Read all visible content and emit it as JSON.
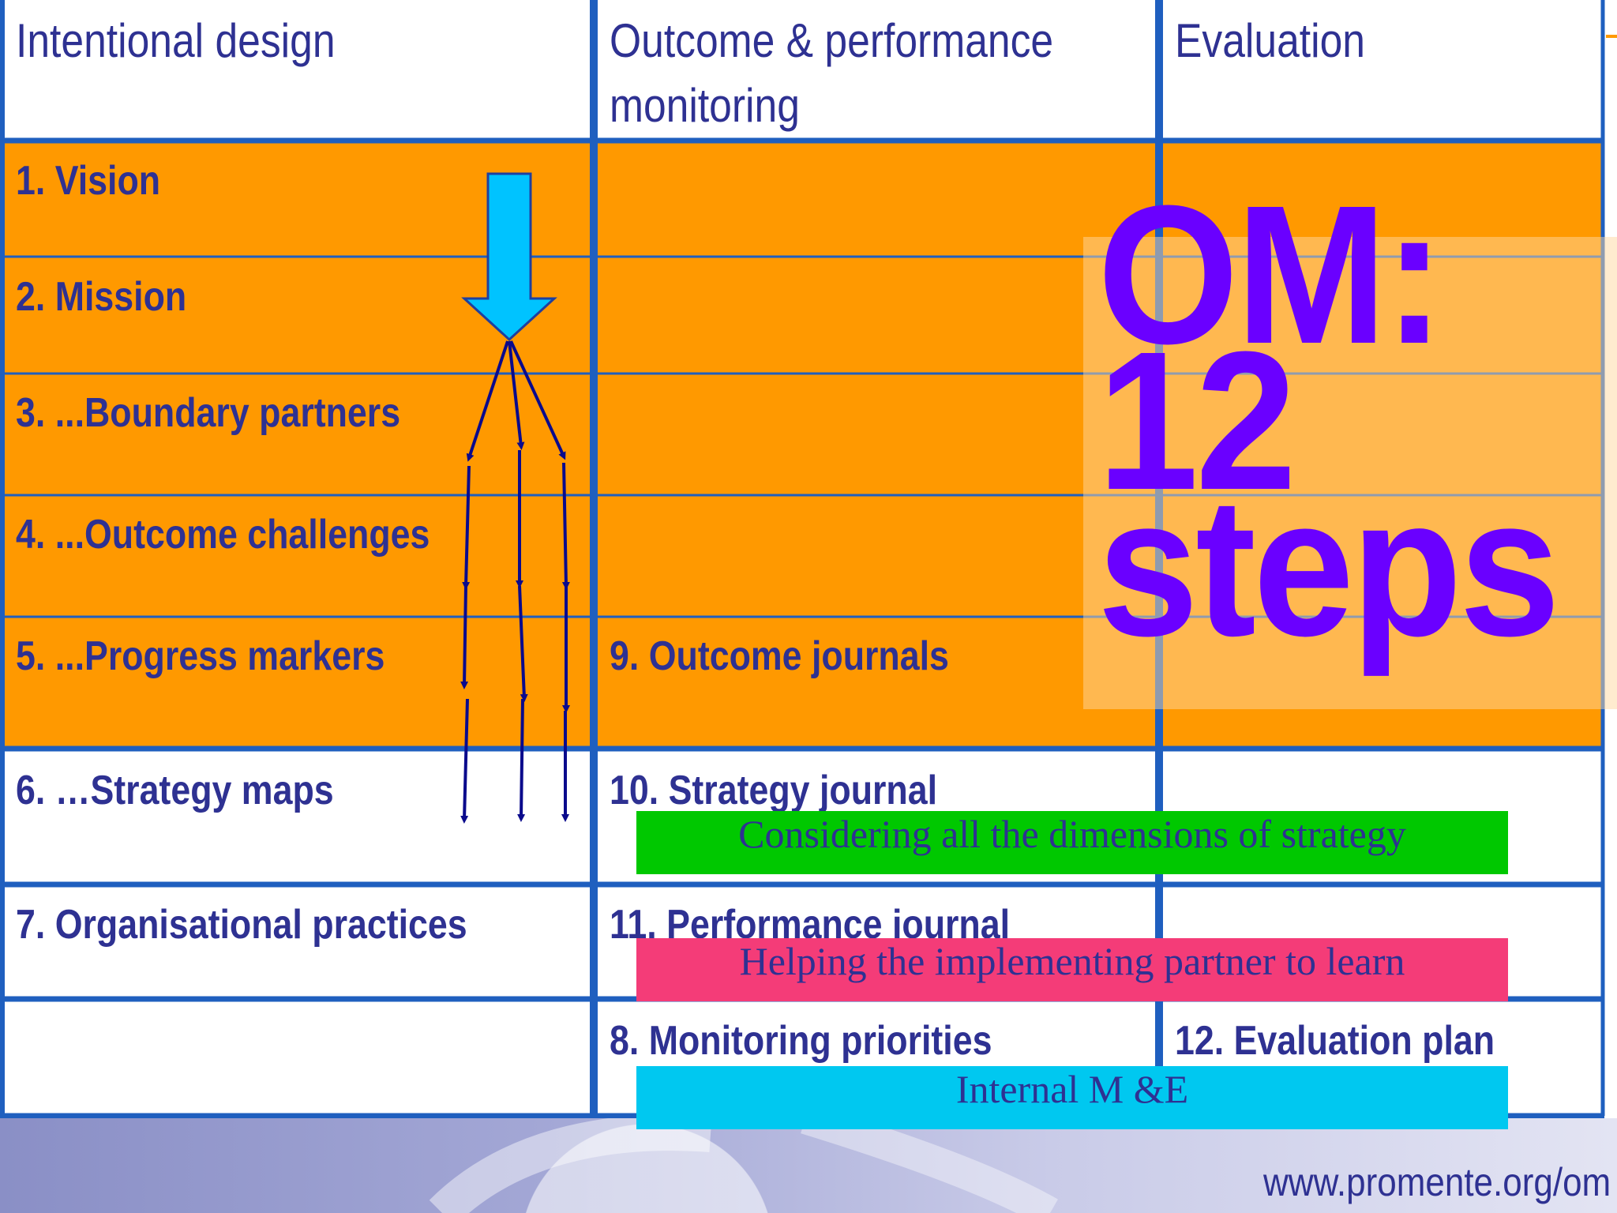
{
  "headers": {
    "col1": "Intentional design",
    "col2_line1": "Outcome & performance",
    "col2_line2": "monitoring",
    "col3": "Evaluation"
  },
  "steps": {
    "s1": "1. Vision",
    "s2": "2. Mission",
    "s3": "3. ...Boundary partners",
    "s4": "4. ...Outcome challenges",
    "s5": "5. ...Progress markers",
    "s6": "6. …Strategy maps",
    "s7": "7. Organisational practices",
    "s8": "8. Monitoring priorities",
    "s9": "9. Outcome journals",
    "s10": "10. Strategy journal",
    "s11": "11. Performance journal",
    "s12": "12. Evaluation plan"
  },
  "banners": {
    "strategy": "Considering all the dimensions of strategy",
    "performance": "Helping the implementing partner to learn",
    "priorities": "Internal M &E"
  },
  "overlay": {
    "title": "OM:\n12\nsteps"
  },
  "footer": {
    "website": "www.promente.org/om"
  },
  "colors": {
    "grid_blue": "#1f5fbf",
    "cell_orange": "#ff9900",
    "text_navy": "#2e3192",
    "arrow_cyan": "#00c3ff",
    "arrow_navy": "#0a0a8c",
    "title_violet": "#6a00ff",
    "banner_green": "#00c800",
    "banner_pink": "#f43c78",
    "banner_cyan": "#00c8f0"
  }
}
